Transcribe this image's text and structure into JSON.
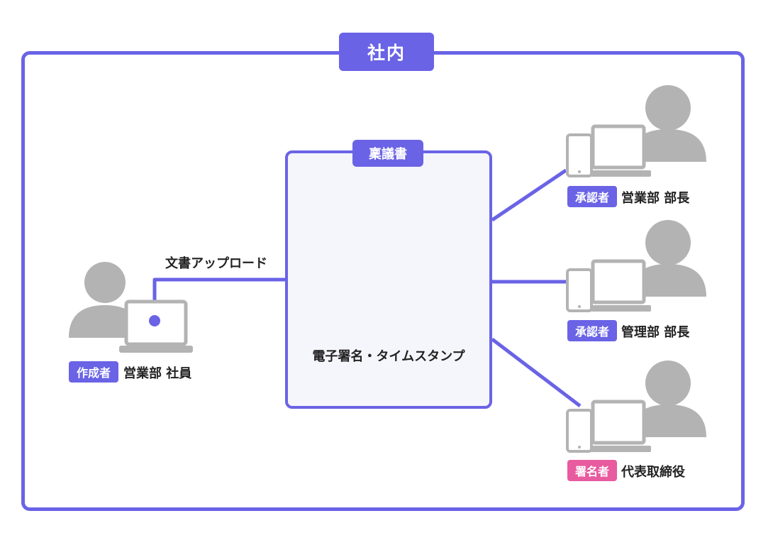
{
  "colors": {
    "accent": "#6a63e6",
    "signer": "#e85b9f",
    "person_gray": "#b3b3b3",
    "doc_bg": "#f5f5fc",
    "cloud_gray": "#d9d9df"
  },
  "frame": {
    "title": "社内"
  },
  "document": {
    "title": "稟議書",
    "caption": "電子署名・タイムスタンプ",
    "icon": "document-icon",
    "cloud_icon": "cloud-upload-icon"
  },
  "upload": {
    "label": "文書アップロード"
  },
  "creator": {
    "role": "作成者",
    "name": "営業部 社員",
    "icon": "person-with-laptop-icon"
  },
  "recipients": [
    {
      "role": "承認者",
      "name": "営業部 部長",
      "role_color": "#6a63e6",
      "icon": "person-with-devices-icon"
    },
    {
      "role": "承認者",
      "name": "管理部 部長",
      "role_color": "#6a63e6",
      "icon": "person-with-devices-icon"
    },
    {
      "role": "署名者",
      "name": "代表取締役",
      "role_color": "#e85b9f",
      "icon": "person-with-devices-icon"
    }
  ]
}
